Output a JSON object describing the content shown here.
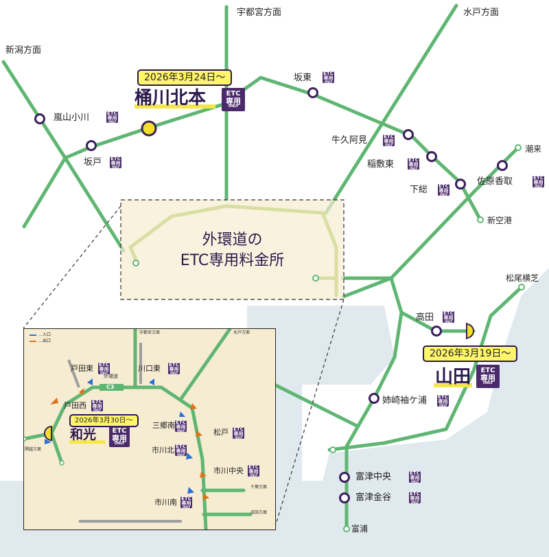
{
  "colors": {
    "route_green": "#5fb672",
    "planned_route": "#e3e7b6",
    "sea": "#e0e9ee",
    "zone_fill": "#f6ecd2",
    "etc_badge": "#4a2a6a",
    "highlight": "#fff56a",
    "ic_circle_stroke": "#3b1f5c",
    "entry_arrow": "#2d6fd6",
    "exit_arrow": "#e0721a"
  },
  "directions": {
    "niigata": "新潟方面",
    "utsunomiya": "宇都宮方面",
    "mito": "水戸方面"
  },
  "interchanges": {
    "okegawa_kitamoto": "桶川北本",
    "arashiyama_ogawa": "嵐山小川",
    "sakado": "坂戸",
    "bando": "坂東",
    "ushiku_ami": "牛久阿見",
    "inashiki_higashi": "稲敷東",
    "shimofusa": "下総",
    "sawara_katori": "佐原香取",
    "itako": "潮来",
    "shinkuko": "新空港",
    "matsuo_yokoshiba": "松尾横芝",
    "takada": "高田",
    "yamada": "山田",
    "anegasaki_sodegaura": "姉崎袖ケ浦",
    "futtsu_chuo": "富津中央",
    "futtsu_kanaya": "富津金谷",
    "futtsu": "富浦"
  },
  "etc_badge": {
    "line1": "ETC",
    "line2": "専用",
    "line3": "ONLY"
  },
  "highlights": {
    "okegawa_date": "2026年3月24日〜",
    "yamada_date": "2026年3月19日〜",
    "wako_date": "2026年3月30日〜"
  },
  "zone": {
    "title_line1": "外環道の",
    "title_line2": "ETC専用料金所"
  },
  "inset": {
    "legend_entry": "…入口",
    "legend_exit": "…出口",
    "route_name": "外環道",
    "route_code": "C3",
    "dir_utsunomiya": "宇都宮方面",
    "dir_mito": "水戸方面",
    "dir_kanetsu": "関越方面",
    "dir_chiba": "千葉方面",
    "dir_narita": "成田方面",
    "toda_higashi": "戸田東",
    "toda_nishi": "戸田西",
    "kawaguchi_higashi": "川口東",
    "wako": "和光",
    "misato_minami": "三郷南",
    "matsudo": "松戸",
    "ichikawa_kita": "市川北",
    "ichikawa_chuo": "市川中央",
    "ichikawa_minami": "市川南"
  }
}
